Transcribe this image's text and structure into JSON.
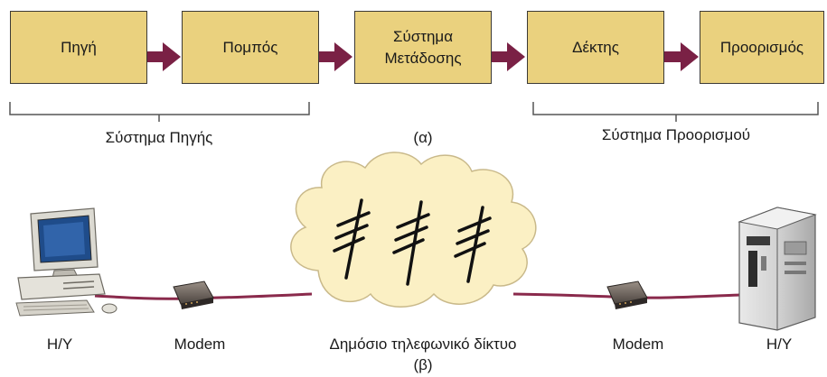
{
  "part_a": {
    "blocks": [
      "Πηγή",
      "Πομπός",
      "Σύστημα\nΜετάδοσης",
      "Δέκτης",
      "Προορισμός"
    ],
    "groups": {
      "source_system": "Σύστημα Πηγής",
      "destination_system": "Σύστημα Προορισμού"
    },
    "caption": "(α)"
  },
  "part_b": {
    "labels": {
      "computer_left": "Η/Υ",
      "modem_left": "Modem",
      "network": "Δημόσιο τηλεφωνικό δίκτυο",
      "modem_right": "Modem",
      "computer_right": "Η/Υ"
    },
    "caption": "(β)"
  },
  "colors": {
    "block_fill": "#ead17e",
    "arrow": "#7a2145",
    "link_line": "#8a2a4c",
    "cloud": "#fbf0c4"
  },
  "icons": [
    "desktop-computer-icon",
    "modem-icon",
    "telephone-pole-icon",
    "server-cabinet-icon"
  ]
}
